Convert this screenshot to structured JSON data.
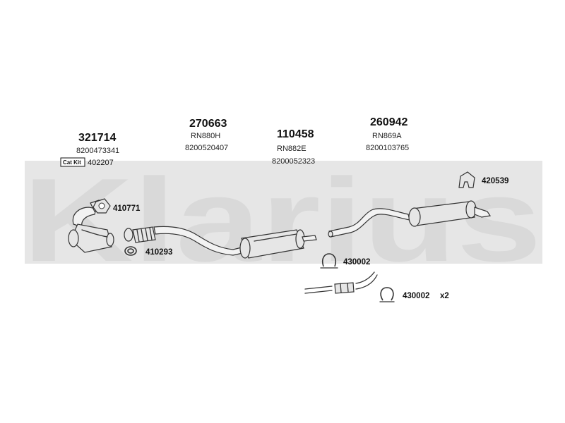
{
  "brand": {
    "watermark": "Klarius"
  },
  "components": {
    "catalyst": {
      "number": "321714",
      "oem": "8200473341"
    },
    "cat_kit": {
      "label": "Cat Kit",
      "number": "402207"
    },
    "front_pipe": {
      "number": "270663",
      "ref": "RN880H",
      "oem": "8200520407"
    },
    "centre_silencer": {
      "number": "110458",
      "ref": "RN882E",
      "oem": "8200052323"
    },
    "rear_silencer": {
      "number": "260942",
      "ref": "RN869A",
      "oem": "8200103765"
    }
  },
  "fittings": {
    "gasket_top": {
      "number": "410771"
    },
    "gasket_bottom": {
      "number": "410293"
    },
    "rubber_mount": {
      "number": "420539"
    },
    "clamp_1": {
      "number": "430002"
    },
    "clamp_2": {
      "number": "430002",
      "qty": "x2"
    }
  }
}
